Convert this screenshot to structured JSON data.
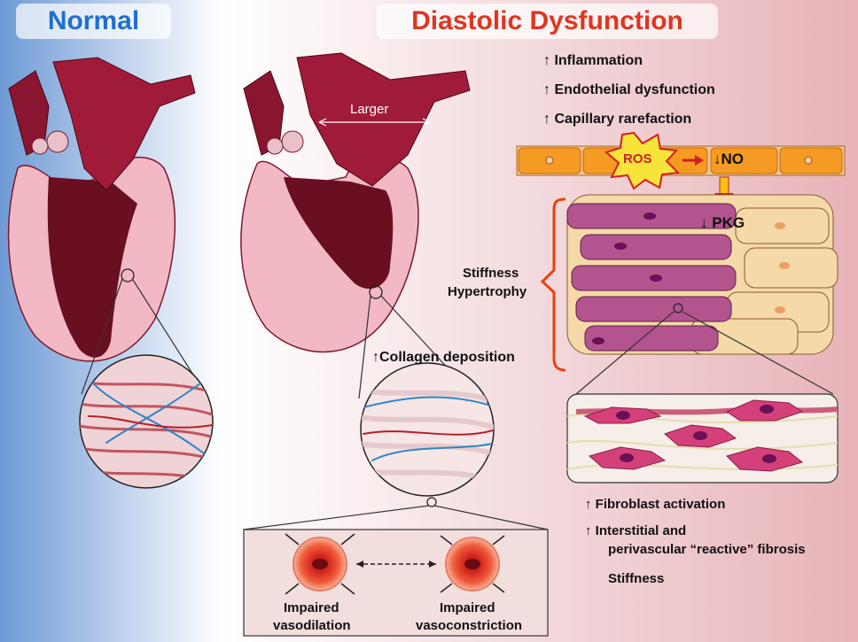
{
  "titles": {
    "normal": "Normal",
    "diastolic": "Diastolic Dysfunction"
  },
  "heart": {
    "larger_label": "Larger"
  },
  "top_list": [
    {
      "arrow": "up",
      "text": "Inflammation"
    },
    {
      "arrow": "up",
      "text": "Endothelial dysfunction"
    },
    {
      "arrow": "up",
      "text": "Capillary rarefaction"
    }
  ],
  "endothelium": {
    "ros": "ROS",
    "no": "NO",
    "pkg": "PKG"
  },
  "cardiomyocyte": {
    "stiffness": "Stiffness",
    "hypertrophy": "Hypertrophy"
  },
  "collagen": "Collagen deposition",
  "fibrosis_list": [
    {
      "arrow": "up",
      "text": "Fibroblast activation"
    },
    {
      "arrow": "up",
      "text": "Interstitial and"
    },
    {
      "arrow": "",
      "text": "perivascular “reactive” fibrosis"
    },
    {
      "arrow": "",
      "text": "Stiffness"
    }
  ],
  "vessels": {
    "left_line1": "Impaired",
    "left_line2": "vasodilation",
    "right_line1": "Impaired",
    "right_line2": "vasoconstriction"
  },
  "colors": {
    "normal_title": "#1f6fd0",
    "dysfunction_title": "#e0351f",
    "heart_dark": "#8a1530",
    "heart_light": "#f2b9c4",
    "cell_orange": "#f59a23",
    "muscle": "#b3548f",
    "fibroblast": "#d4407a"
  }
}
